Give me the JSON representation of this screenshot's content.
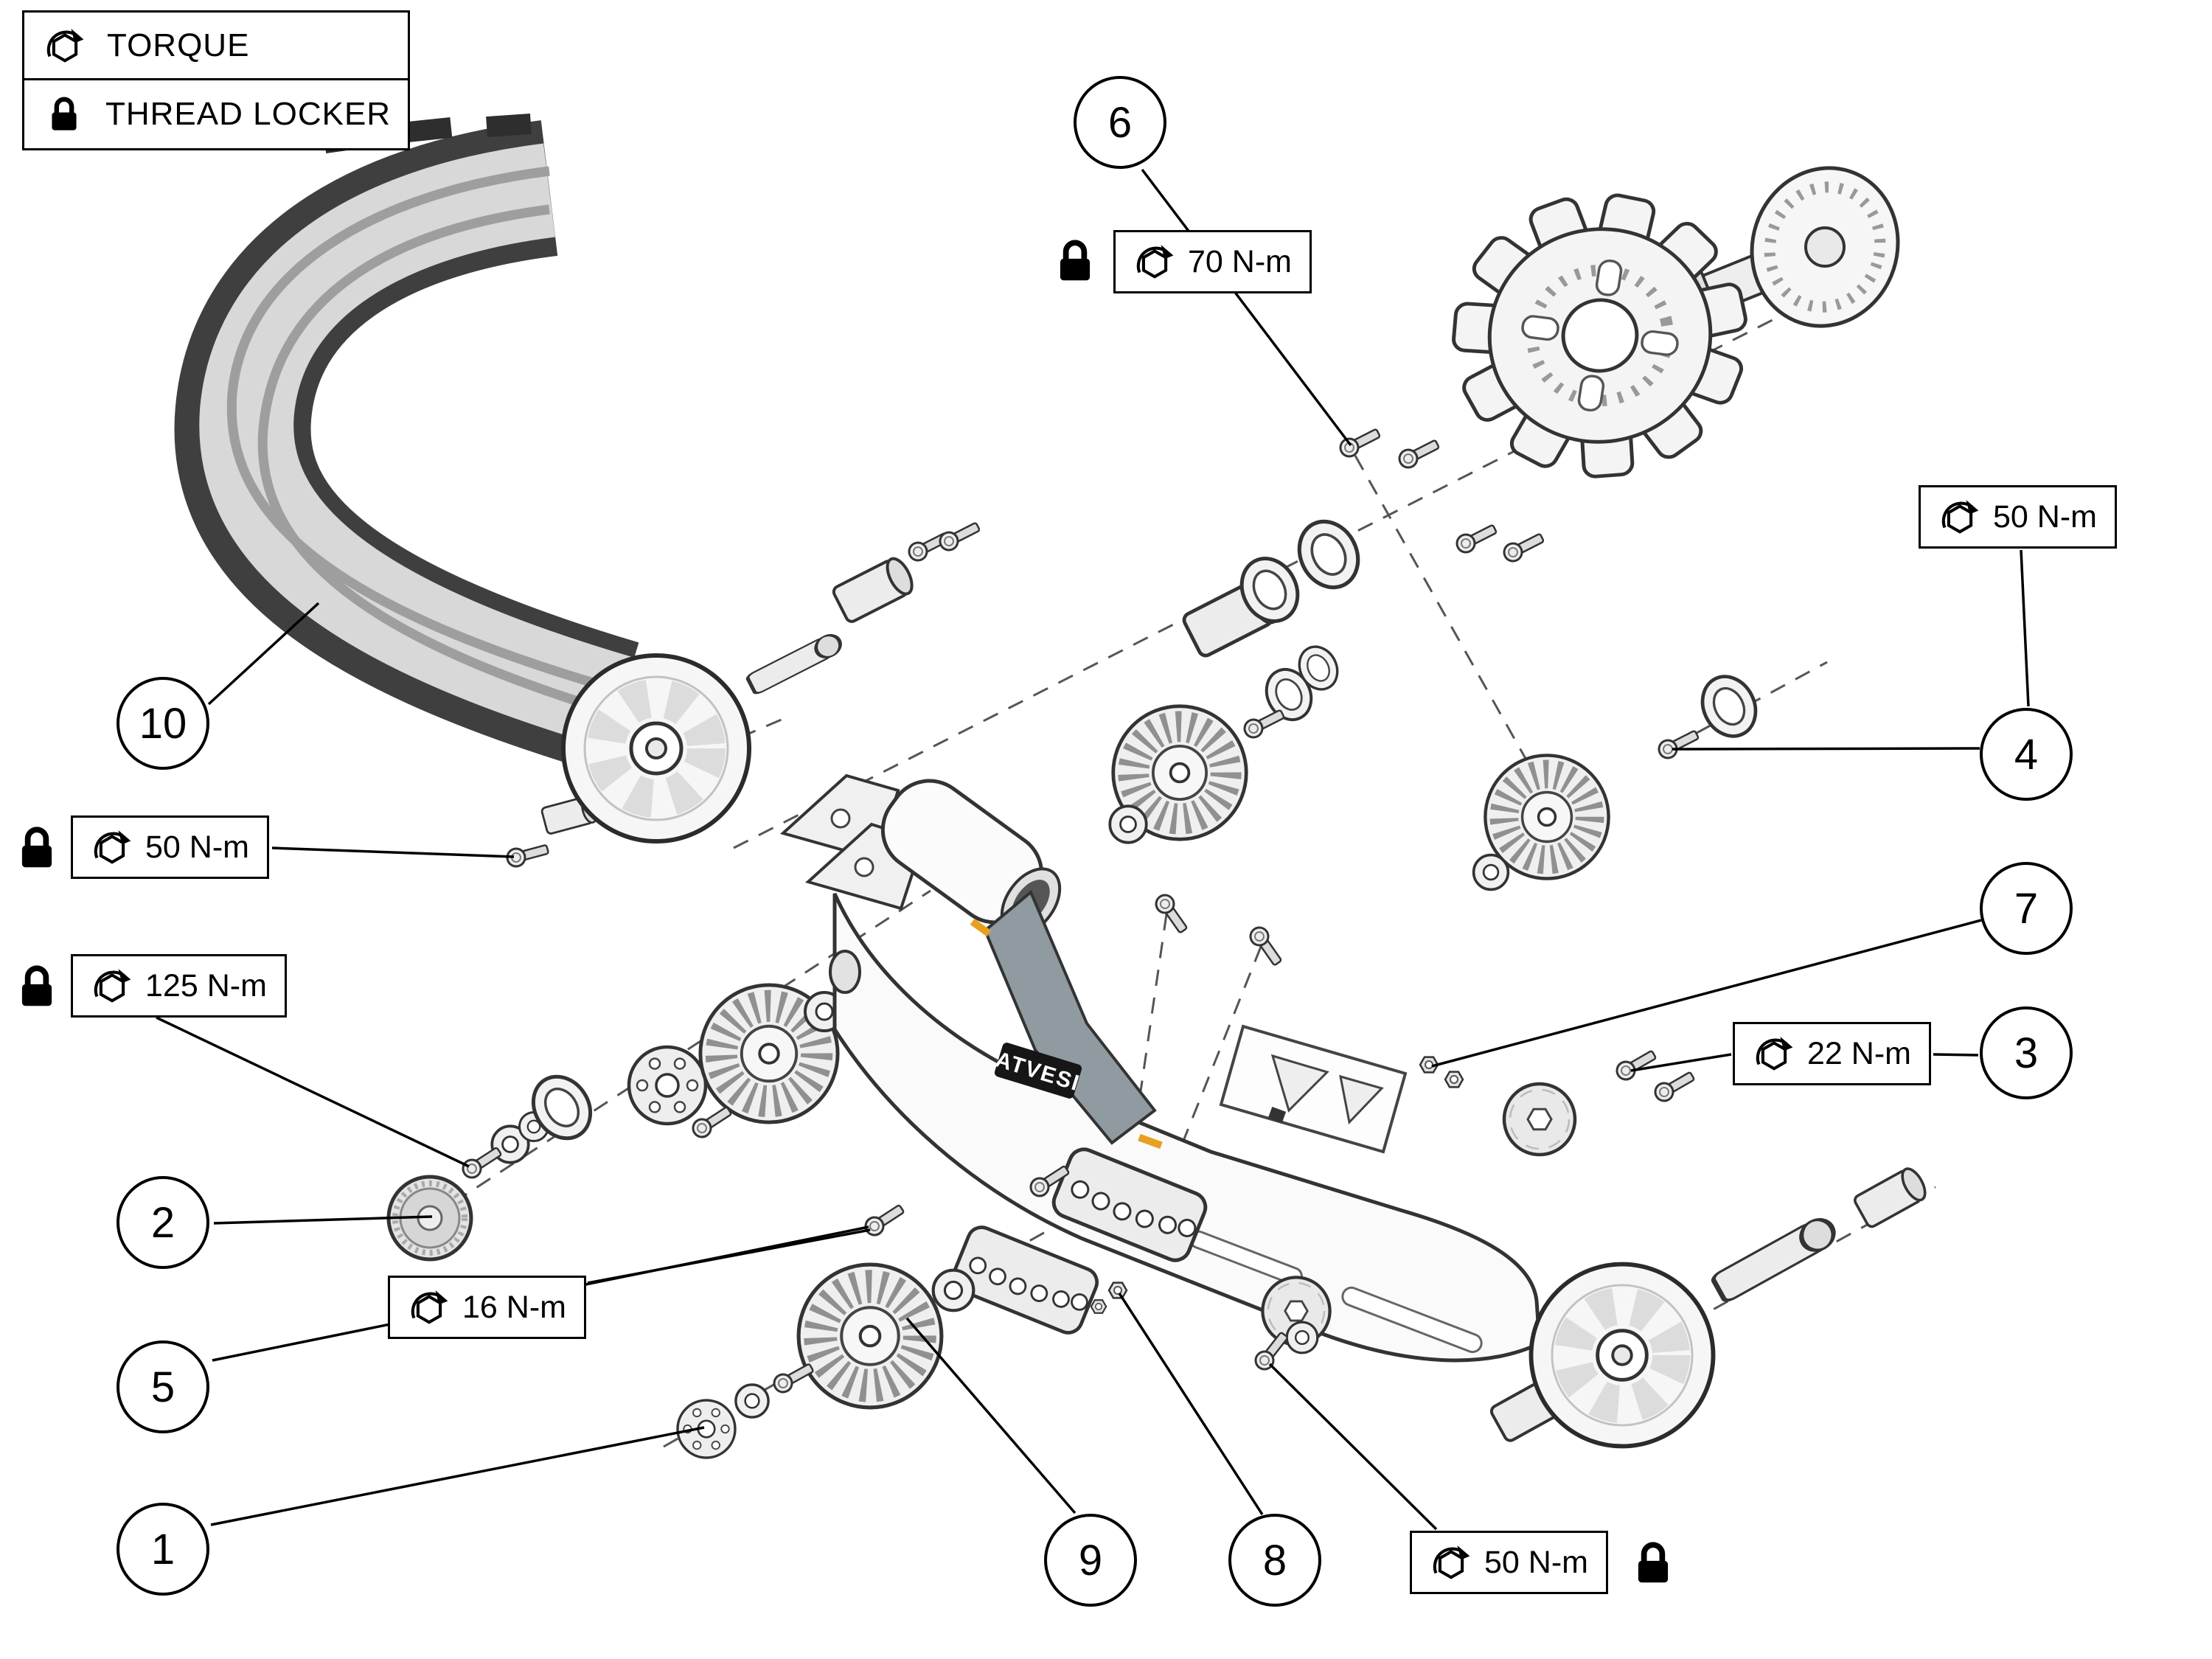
{
  "legend": {
    "torque_label": "TORQUE",
    "thread_locker_label": "THREAD LOCKER"
  },
  "callouts": {
    "c1": "1",
    "c2": "2",
    "c3": "3",
    "c4": "4",
    "c5": "5",
    "c6": "6",
    "c7": "7",
    "c8": "8",
    "c9": "9",
    "c10": "10"
  },
  "torque_labels": {
    "t70": {
      "value": "70 N-m",
      "thread_locker": true
    },
    "t50_top": {
      "value": "50 N-m",
      "thread_locker": false
    },
    "t50_left": {
      "value": "50 N-m",
      "thread_locker": true
    },
    "t125": {
      "value": "125 N-m",
      "thread_locker": true
    },
    "t22": {
      "value": "22 N-m",
      "thread_locker": false
    },
    "t16": {
      "value": "16 N-m",
      "thread_locker": false
    },
    "t50_bottom": {
      "value": "50 N-m",
      "thread_locker": true
    }
  },
  "swingarm_badge": "ATVESI",
  "colors": {
    "line": "#000000",
    "part_fill": "#f4f4f4",
    "part_stroke": "#333333",
    "track_dark": "#3f3f3f",
    "track_light": "#d8d8d8",
    "brace_gray": "#8f9ba1",
    "accent_orange": "#e8a020"
  }
}
